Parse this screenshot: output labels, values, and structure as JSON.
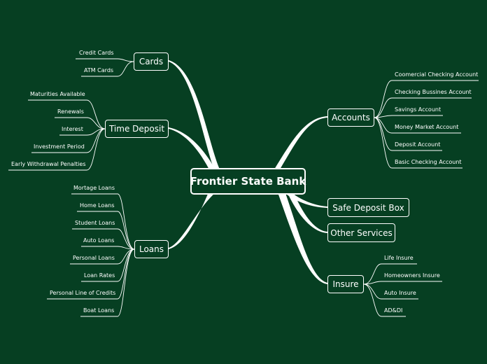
{
  "central": {
    "label": "Frontier State Bank"
  },
  "left_branches": [
    {
      "label": "Cards",
      "children": [
        "Credit Cards",
        "ATM Cards"
      ]
    },
    {
      "label": "Time Deposit",
      "children": [
        "Maturities Available",
        "Renewals",
        "Interest",
        "Investment Period",
        "Early Withdrawal Penalties"
      ]
    },
    {
      "label": "Loans",
      "children": [
        "Mortage Loans",
        "Home Loans",
        "Student Loans",
        "Auto Loans",
        "Personal Loans",
        "Loan Rates",
        "Personal Line of Credits",
        "Boat Loans"
      ]
    }
  ],
  "right_branches": [
    {
      "label": "Accounts",
      "children": [
        "Coomercial Checking Account",
        "Checking Bussines Account",
        "Savings Account",
        "Money Market Account",
        "Deposit Account",
        "Basic Checking Account"
      ]
    },
    {
      "label": "Safe Deposit Box",
      "children": []
    },
    {
      "label": "Other Services",
      "children": []
    },
    {
      "label": "Insure",
      "children": [
        "Life Insure",
        "Homeowners Insure",
        "Auto Insure",
        "AD&DI"
      ]
    }
  ],
  "colors": {
    "background": "#063f22",
    "line": "#ffffff"
  }
}
